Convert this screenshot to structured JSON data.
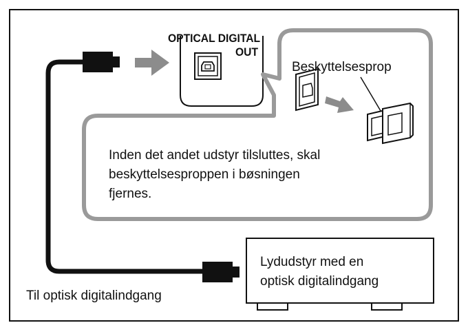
{
  "port": {
    "title_line1": "OPTICAL DIGITAL",
    "title_line2": "OUT"
  },
  "protective_cap": {
    "label": "Beskyttelsesprop"
  },
  "instruction": {
    "lines": [
      "Inden det andet udstyr tilsluttes, skal",
      "beskyttelsesproppen i bøsningen",
      "fjernes."
    ]
  },
  "audio_device": {
    "lines": [
      "Lydudstyr med en",
      "optisk digitalindgang"
    ]
  },
  "cable": {
    "label": "Til optisk digitalindgang"
  },
  "colors": {
    "line": "#111111",
    "arrow_gray": "#8c8c8c",
    "callout_border": "#9a9a9a"
  }
}
